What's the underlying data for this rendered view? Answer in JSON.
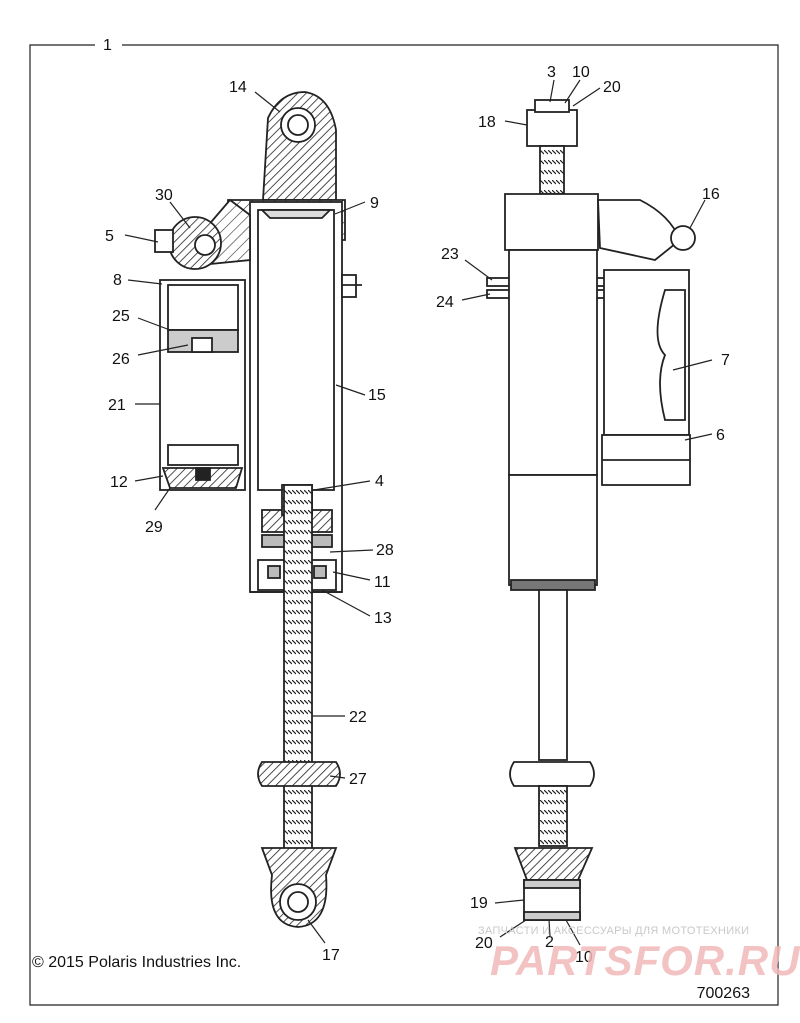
{
  "diagram": {
    "frame_label": "1",
    "callouts": [
      "14",
      "30",
      "5",
      "8",
      "25",
      "26",
      "21",
      "12",
      "29",
      "9",
      "15",
      "4",
      "28",
      "11",
      "13",
      "22",
      "27",
      "17",
      "3",
      "10",
      "20",
      "18",
      "16",
      "23",
      "24",
      "7",
      "6",
      "19",
      "20",
      "2",
      "10"
    ]
  },
  "footer": {
    "copyright": "© 2015 Polaris Industries Inc.",
    "part_number": "700263"
  },
  "watermark": {
    "tagline": "ЗАПЧАСТИ И АКСЕССУАРЫ ДЛЯ МОТОТЕХНИКИ",
    "brand": "PARTSFOR.RU"
  }
}
